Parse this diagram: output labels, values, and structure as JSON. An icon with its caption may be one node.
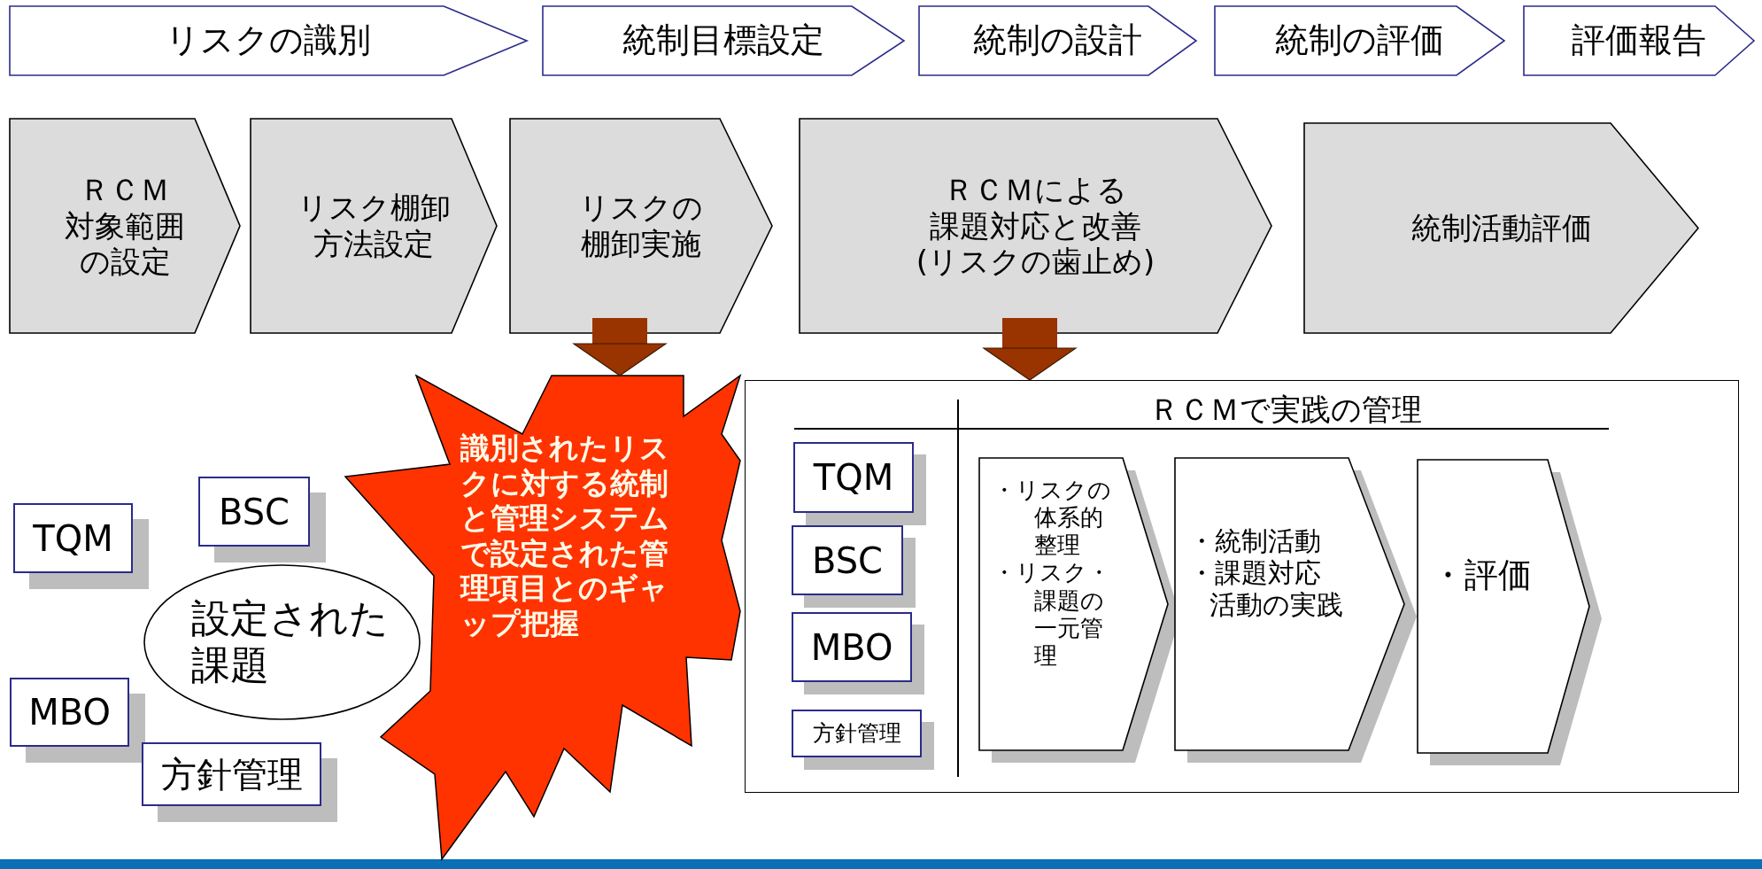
{
  "diagram": {
    "nodes": [
      {
        "text": [
          "リスクの識別"
        ]
      },
      {
        "text": [
          "統制目標設定"
        ]
      },
      {
        "text": [
          "統制の設計"
        ]
      },
      {
        "text": [
          "統制の評価"
        ]
      },
      {
        "text": [
          "評価報告"
        ]
      },
      {
        "text": [
          "ＲＣＭ",
          "対象範囲の設定"
        ]
      },
      {
        "text": [
          "リスク棚卸方法設定"
        ]
      },
      {
        "text": [
          "リスクの棚卸実施"
        ]
      },
      {
        "text": [
          "ＲＣＭによる",
          "課題対応と改善",
          "(リスクの歯止め)"
        ]
      },
      {
        "text": [
          "統制活動評価"
        ]
      },
      {
        "text": [
          "識別されたリスクに対する統制と管理システムで設定された管理項目とのギャップ把握"
        ]
      },
      {
        "text": [
          "BSC"
        ]
      },
      {
        "text": [
          "TQM"
        ]
      },
      {
        "text": [
          "設定された課題"
        ]
      },
      {
        "text": [
          "MBO"
        ]
      },
      {
        "text": [
          "方針管理"
        ]
      },
      {
        "text": [
          "ＲＣＭで実践の管理"
        ]
      },
      {
        "text": [
          "TQM"
        ],
        "in": 16
      },
      {
        "text": [
          "BSC"
        ],
        "in": 16
      },
      {
        "text": [
          "MBO"
        ],
        "in": 16
      },
      {
        "text": [
          "方針管理"
        ],
        "in": 16
      },
      {
        "text": [
          "・リスクの体系的整理",
          "・リスク・課題の一元管理"
        ],
        "in": 16
      },
      {
        "text": [
          "・統制活動",
          "・課題対応活動の実践"
        ],
        "in": 16
      },
      {
        "text": [
          "・評価"
        ],
        "in": 16
      }
    ],
    "edges": [
      {
        "from": 7,
        "to": 10,
        "arrow": "to"
      },
      {
        "from": 8,
        "to": 16,
        "arrow": "to"
      }
    ]
  }
}
